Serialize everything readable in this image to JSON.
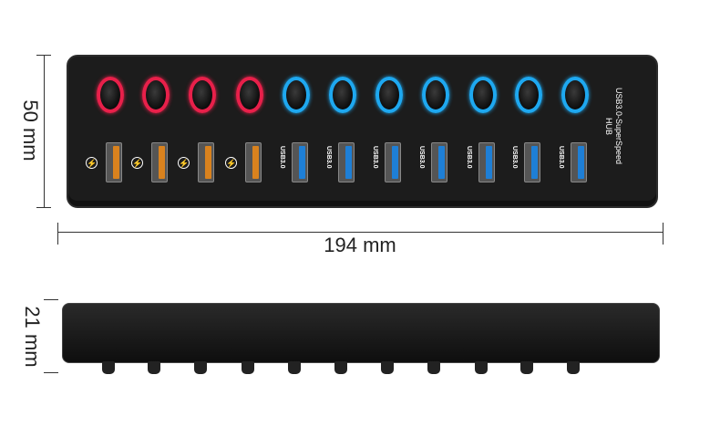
{
  "top_view": {
    "buttons": [
      "#e8204a",
      "#e8204a",
      "#e8204a",
      "#e8204a",
      "#1ea8f0",
      "#1ea8f0",
      "#1ea8f0",
      "#1ea8f0",
      "#1ea8f0",
      "#1ea8f0",
      "#1ea8f0"
    ],
    "ports": [
      {
        "type": "charge",
        "label": "",
        "color": "#d9821e"
      },
      {
        "type": "charge",
        "label": "",
        "color": "#d9821e"
      },
      {
        "type": "charge",
        "label": "",
        "color": "#d9821e"
      },
      {
        "type": "charge",
        "label": "",
        "color": "#d9821e"
      },
      {
        "type": "usb",
        "label": "USB3.0",
        "color": "#1e7fd6"
      },
      {
        "type": "usb",
        "label": "USB3.0",
        "color": "#1e7fd6"
      },
      {
        "type": "usb",
        "label": "USB3.0",
        "color": "#1e7fd6"
      },
      {
        "type": "usb",
        "label": "USB3.0",
        "color": "#1e7fd6"
      },
      {
        "type": "usb",
        "label": "USB3.0",
        "color": "#1e7fd6"
      },
      {
        "type": "usb",
        "label": "USB3.0",
        "color": "#1e7fd6"
      },
      {
        "type": "usb",
        "label": "USB3.0",
        "color": "#1e7fd6"
      }
    ],
    "brand_line1": "USB3.0-SuperSpeed",
    "brand_line2": "HUB"
  },
  "dimensions": {
    "height": "50 mm",
    "width": "194 mm",
    "depth": "21 mm"
  },
  "side_view": {
    "knob_count": 11
  }
}
